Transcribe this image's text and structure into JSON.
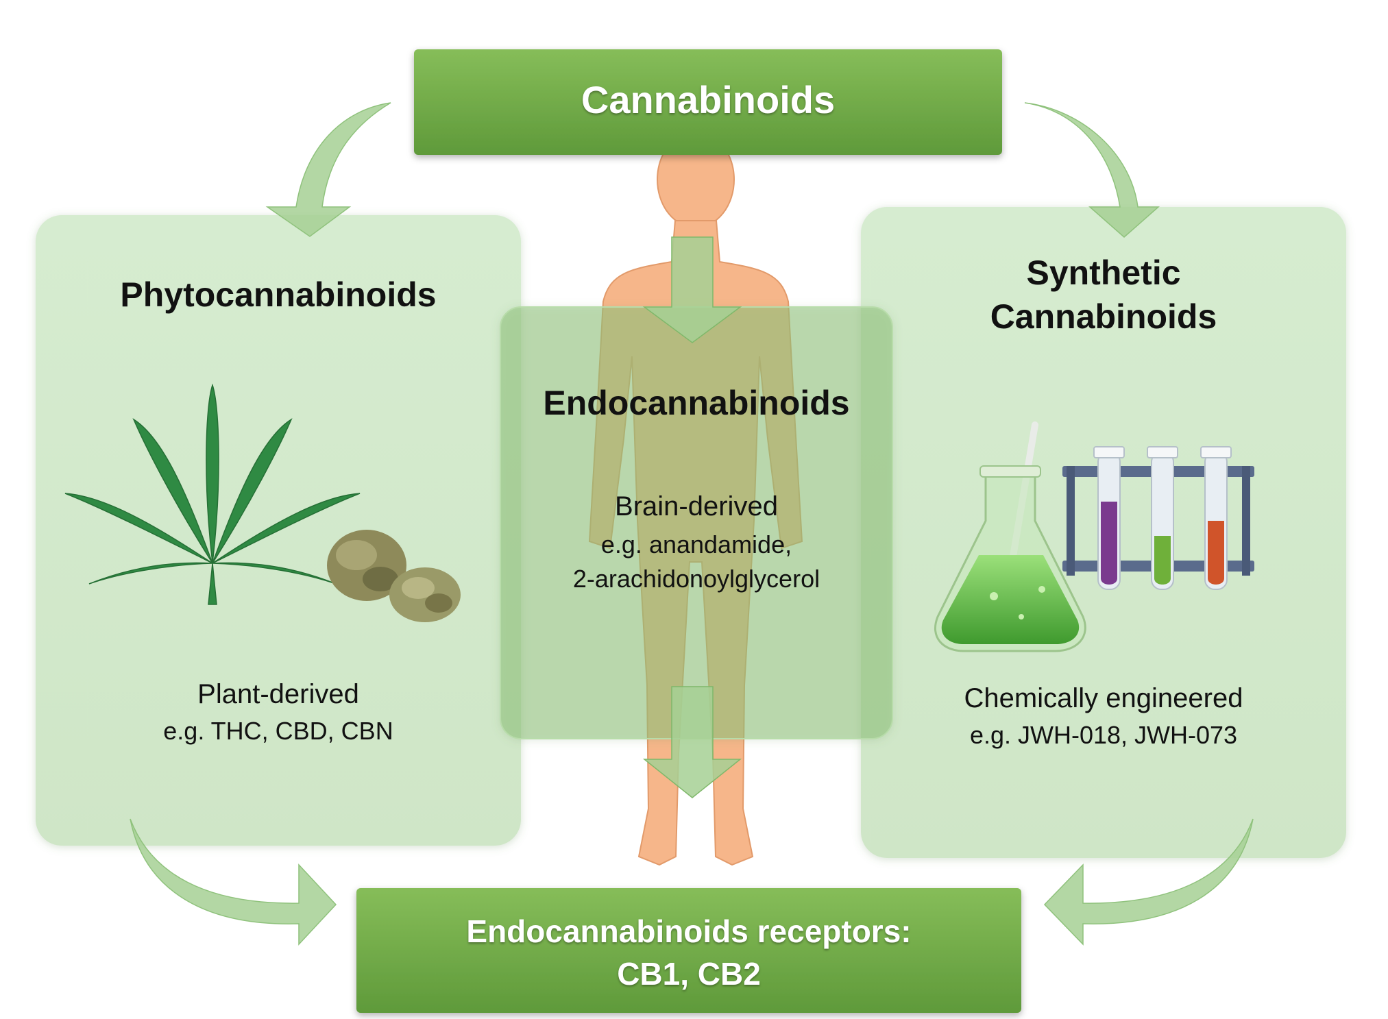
{
  "top_box": {
    "label": "Cannabinoids"
  },
  "phyto": {
    "title": "Phytocannabinoids",
    "line1": "Plant-derived",
    "line2": "e.g. THC, CBD, CBN"
  },
  "endo": {
    "title": "Endocannabinoids",
    "line1": "Brain-derived",
    "line2": "e.g. anandamide,",
    "line3": "2-arachidonoylglycerol"
  },
  "synthetic": {
    "title_line1": "Synthetic",
    "title_line2": "Cannabinoids",
    "line1": "Chemically engineered",
    "line2": "e.g. JWH-018, JWH-073"
  },
  "bottom_box": {
    "line1": "Endocannabinoids receptors:",
    "line2": "CB1, CB2"
  },
  "colors": {
    "header_green": "#72ab48",
    "panel_green": "#d3e9cc",
    "arrow_green": "#a6d094",
    "body_orange": "#f6b68a",
    "leaf_green": "#2f8a43"
  },
  "icons": [
    "cannabis-leaf-icon",
    "cannabis-bud-icon",
    "flask-icon",
    "test-tube-rack-icon",
    "human-silhouette"
  ]
}
